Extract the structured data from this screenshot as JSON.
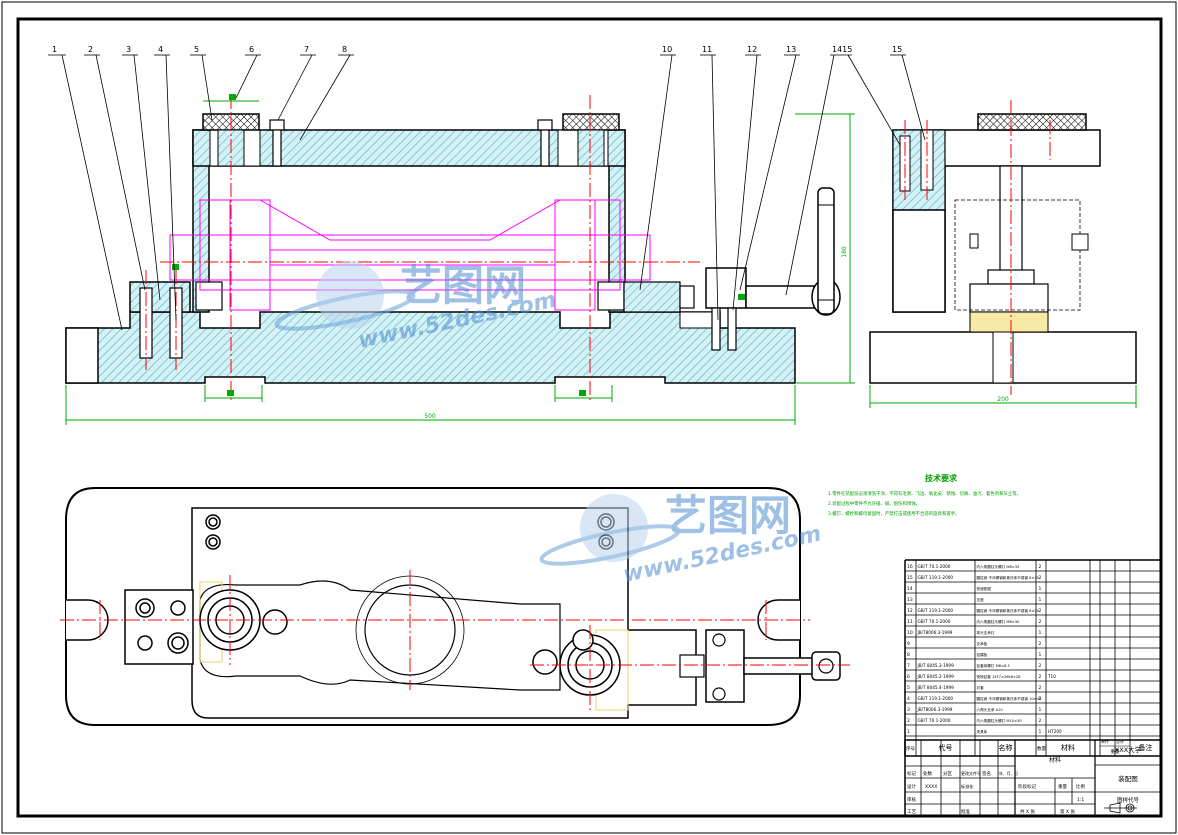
{
  "drawing": {
    "balloons": [
      "1",
      "2",
      "3",
      "4",
      "5",
      "6",
      "7",
      "8",
      "10",
      "11",
      "12",
      "13",
      "1415",
      "15"
    ],
    "overall_dims": {
      "front_width": "500",
      "side_width": "200",
      "height": "180"
    },
    "watermarks": [
      {
        "logo_text": "艺图网",
        "url_text": "www.52des.com"
      },
      {
        "logo_text": "艺图网",
        "url_text": "www.52des.com"
      }
    ],
    "technical_requirements": {
      "title": "技术要求",
      "lines": [
        "1.零件在装配前必须清洗干净，不得有毛刺、飞边、氧化皮、锈蚀、切屑、油污、着色剂和灰尘等。",
        "2.装配过程中零件不允许磕、碰、划伤和锈蚀。",
        "3.螺钉、螺栓和螺母紧固时，严禁打击或使用不合适的旋具和扳手。"
      ]
    }
  },
  "bom": {
    "header": {
      "no": "序号",
      "code": "代号",
      "name": "名称",
      "qty": "数量",
      "material": "材料",
      "unit_weight": "单件",
      "total_weight": "总计",
      "weight": "重量",
      "remark": "备注"
    },
    "rows": [
      {
        "no": "16",
        "code": "GB/T 70.1-2000",
        "name": "内六角圆柱头螺钉 M8×35",
        "qty": "2",
        "material": "",
        "remark": ""
      },
      {
        "no": "15",
        "code": "GB/T 119.1-2000",
        "name": "圆柱销 不淬硬钢和奥氏体不锈钢 8×30",
        "qty": "2",
        "material": "",
        "remark": ""
      },
      {
        "no": "14",
        "code": "",
        "name": "快速垫圈",
        "qty": "1",
        "material": "",
        "remark": ""
      },
      {
        "no": "13",
        "code": "",
        "name": "支座",
        "qty": "1",
        "material": "",
        "remark": ""
      },
      {
        "no": "12",
        "code": "GB/T 119.1-2000",
        "name": "圆柱销 不淬硬钢和奥氏体不锈钢 6×20",
        "qty": "2",
        "material": "",
        "remark": ""
      },
      {
        "no": "11",
        "code": "GB/T 70.1-2000",
        "name": "内六角圆柱头螺钉 M6×30",
        "qty": "2",
        "material": "",
        "remark": ""
      },
      {
        "no": "10",
        "code": "JB/T8006.3-1999",
        "name": "球头支承钉",
        "qty": "1",
        "material": "",
        "remark": ""
      },
      {
        "no": "9",
        "code": "",
        "name": "支承板",
        "qty": "2",
        "material": "",
        "remark": ""
      },
      {
        "no": "8",
        "code": "",
        "name": "钻模板",
        "qty": "1",
        "material": "",
        "remark": ""
      },
      {
        "no": "7",
        "code": "JB/T 8045.3-1999",
        "name": "钻套用螺钉 M8×8.5",
        "qty": "2",
        "material": "",
        "remark": ""
      },
      {
        "no": "6",
        "code": "JB/T 8045.2-1999",
        "name": "快换钻套 15F7×26k6×28",
        "qty": "2",
        "material": "T10",
        "remark": ""
      },
      {
        "no": "5",
        "code": "JB/T 8045.4-1999",
        "name": "衬套",
        "qty": "2",
        "material": "",
        "remark": ""
      },
      {
        "no": "4",
        "code": "GB/T 119.1-2000",
        "name": "圆柱销 不淬硬钢和奥氏体不锈钢 10×45",
        "qty": "2",
        "material": "",
        "remark": ""
      },
      {
        "no": "3",
        "code": "JB/T8006.3-1999",
        "name": "六角头支承 A10",
        "qty": "1",
        "material": "",
        "remark": ""
      },
      {
        "no": "2",
        "code": "GB/T 70.1-2000",
        "name": "内六角圆柱头螺钉 M10×30",
        "qty": "2",
        "material": "",
        "remark": ""
      },
      {
        "no": "1",
        "code": "",
        "name": "夹具体",
        "qty": "1",
        "material": "HT200",
        "remark": ""
      }
    ]
  },
  "title_block": {
    "material_mark": "材料",
    "org": "XXX大学",
    "drawing_name": "装配图",
    "drawing_no": "图样代号",
    "labels": {
      "mark": "标记",
      "count": "处数",
      "zone": "分区",
      "change_doc": "更改文件号",
      "sign": "签名",
      "date": "年、月、日",
      "design": "设计",
      "designer": "XXXX",
      "standardize": "标准化",
      "review": "审核",
      "process": "工艺",
      "approve": "批准",
      "stage": "阶段标记",
      "weight": "重量",
      "scale": "比例",
      "scale_value": "1:1",
      "sheet_total": "共 X 张",
      "sheet_no": "第 X 张"
    }
  },
  "colors": {
    "line": "#000000",
    "section": "#47b4c4",
    "center": "#ff0000",
    "workpiece": "#ff00ff",
    "dimension": "#00aa00",
    "tech_text": "#00a000",
    "watermark": "#6aa2d8",
    "highlight": "#e8d36a"
  }
}
